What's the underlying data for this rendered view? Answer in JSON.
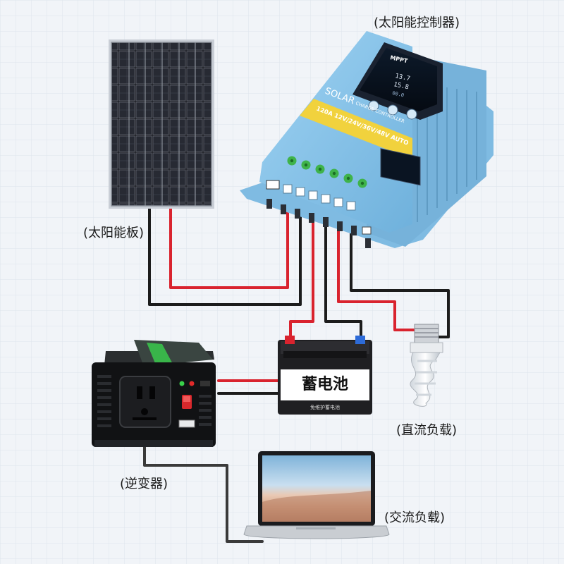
{
  "labels": {
    "controller": "(太阳能控制器)",
    "solar_panel": "(太阳能板)",
    "dc_load": "(直流负载)",
    "inverter": "(逆变器)",
    "ac_load": "(交流负载)"
  },
  "controller": {
    "brand": "MPPT",
    "title_line1": "SOLAR",
    "title_line2": "CHARGE CONTROLLER",
    "spec_strip": "120A 12V/24V/36V/48V AUTO",
    "display_line1": "13.7",
    "display_line2": "15.8",
    "display_line3": "00.0",
    "body_color": "#8cc7ec",
    "stripe_color": "#f1d23d",
    "terminal_color": "#3fb34a"
  },
  "battery": {
    "label": "蓄电池",
    "sublabel": "免维护蓄电池"
  },
  "wire_colors": {
    "positive": "#d9232e",
    "negative": "#1c1c1c",
    "ac": "#3a3a3a"
  }
}
